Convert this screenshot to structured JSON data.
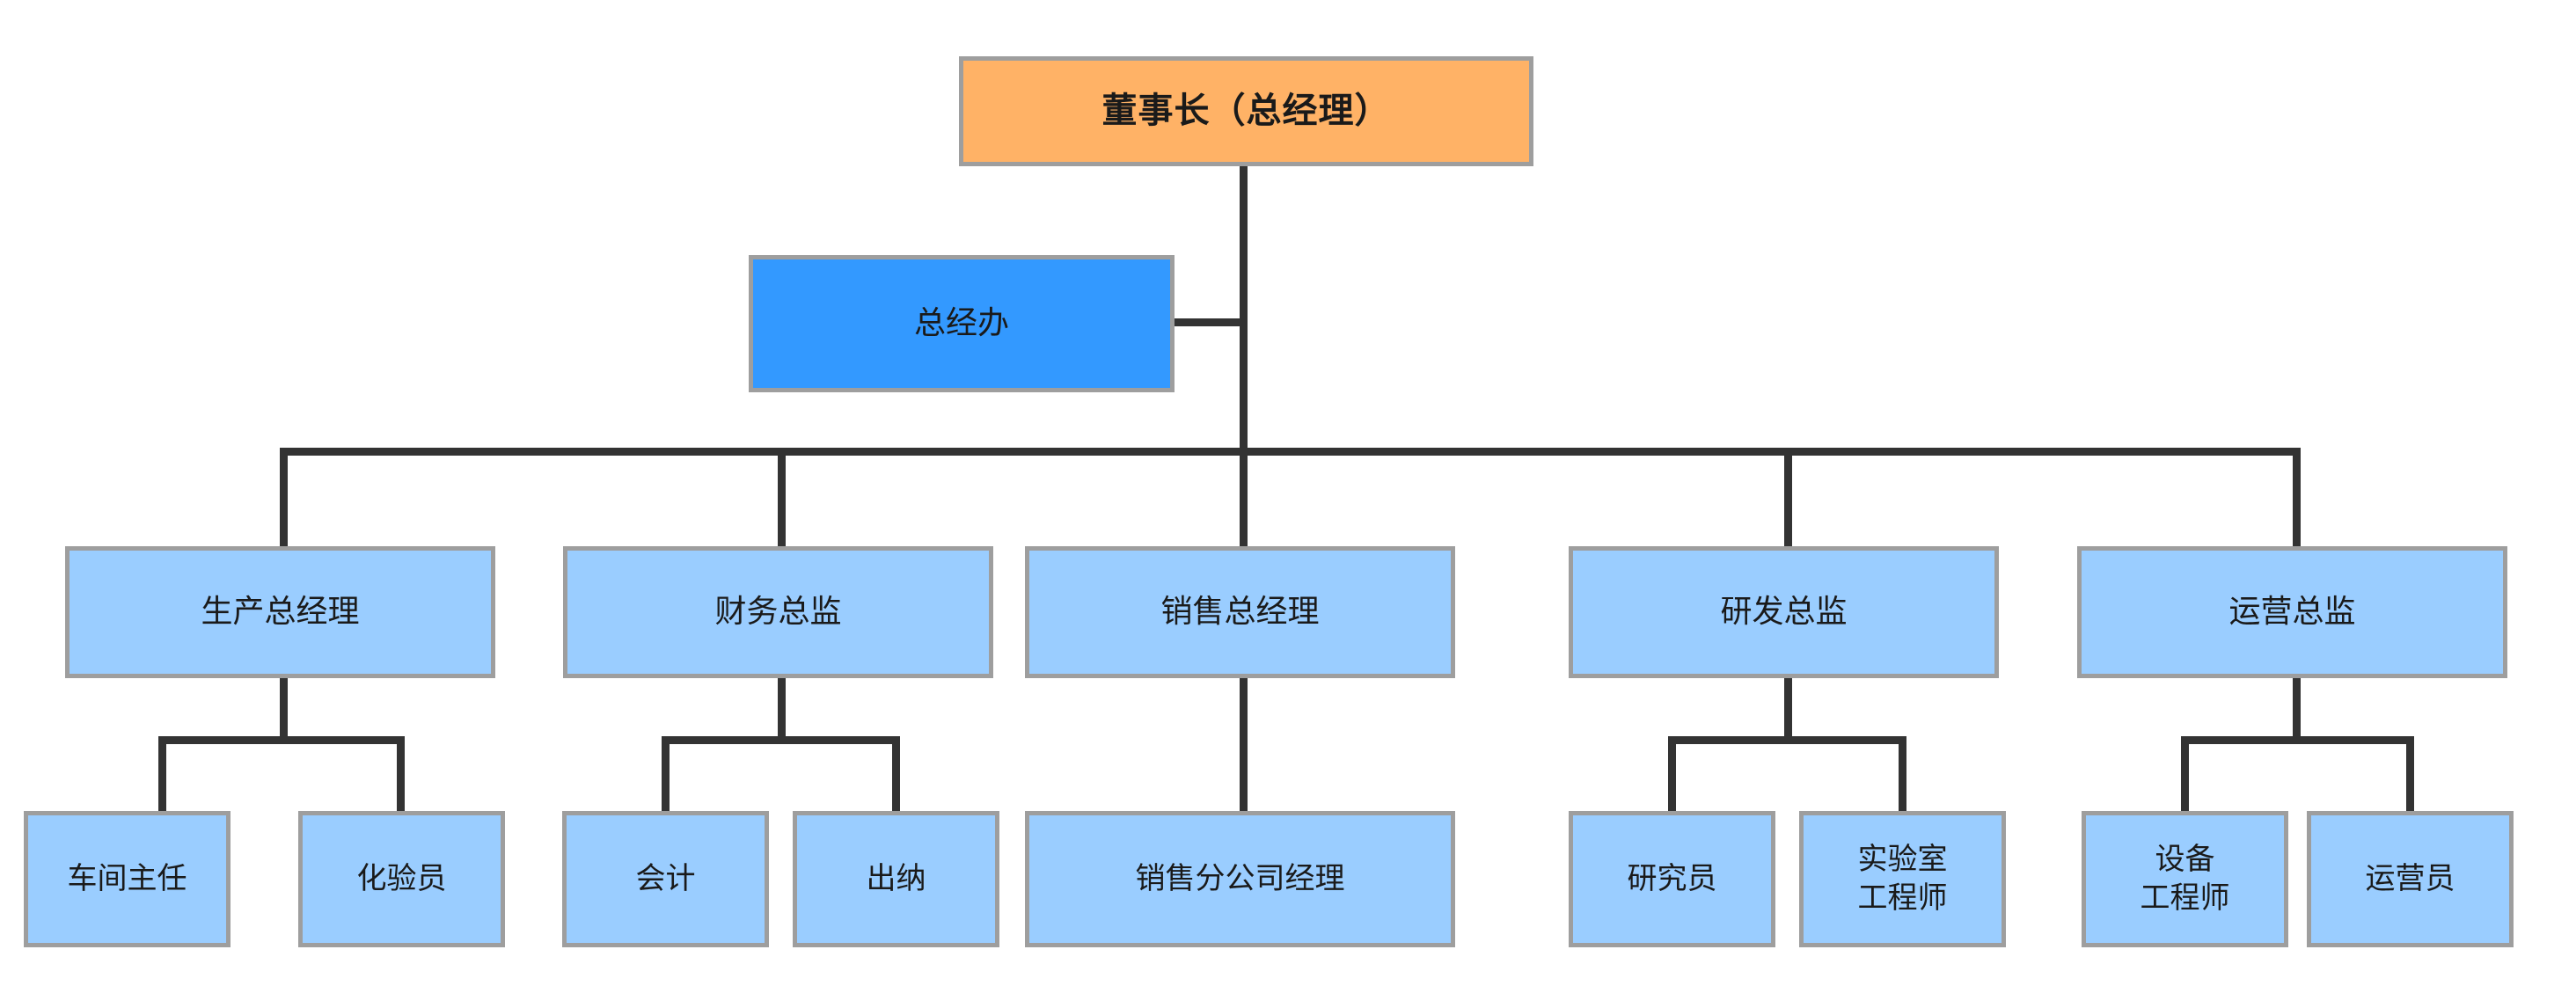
{
  "chart_data": {
    "type": "diagram",
    "diagram_type": "organization-chart",
    "title": "",
    "colors": {
      "root_fill": "#ffb266",
      "staff_fill": "#3399ff",
      "department_fill": "#9acdff",
      "node_border": "#9e9e9e",
      "connector": "#333333",
      "background": "#ffffff",
      "text": "#1a1a1a"
    },
    "levels": 4,
    "nodes": [
      {
        "id": "n0",
        "label": "董事长（总经理）",
        "level": 0,
        "parent": null,
        "style": "root"
      },
      {
        "id": "n1",
        "label": "总经办",
        "level": 1,
        "parent": "n0",
        "style": "staff"
      },
      {
        "id": "n2",
        "label": "生产总经理",
        "level": 2,
        "parent": "n0",
        "style": "department"
      },
      {
        "id": "n3",
        "label": "财务总监",
        "level": 2,
        "parent": "n0",
        "style": "department"
      },
      {
        "id": "n4",
        "label": "销售总经理",
        "level": 2,
        "parent": "n0",
        "style": "department"
      },
      {
        "id": "n5",
        "label": "研发总监",
        "level": 2,
        "parent": "n0",
        "style": "department"
      },
      {
        "id": "n6",
        "label": "运营总监",
        "level": 2,
        "parent": "n0",
        "style": "department"
      },
      {
        "id": "n7",
        "label": "车间主任",
        "level": 3,
        "parent": "n2",
        "style": "department"
      },
      {
        "id": "n8",
        "label": "化验员",
        "level": 3,
        "parent": "n2",
        "style": "department"
      },
      {
        "id": "n9",
        "label": "会计",
        "level": 3,
        "parent": "n3",
        "style": "department"
      },
      {
        "id": "n10",
        "label": "出纳",
        "level": 3,
        "parent": "n3",
        "style": "department"
      },
      {
        "id": "n11",
        "label": "销售分公司经理",
        "level": 3,
        "parent": "n4",
        "style": "department"
      },
      {
        "id": "n12",
        "label": "研究员",
        "level": 3,
        "parent": "n5",
        "style": "department"
      },
      {
        "id": "n13",
        "label": "实验室\n工程师",
        "level": 3,
        "parent": "n5",
        "style": "department"
      },
      {
        "id": "n14",
        "label": "设备\n工程师",
        "level": 3,
        "parent": "n6",
        "style": "department"
      },
      {
        "id": "n15",
        "label": "运营员",
        "level": 3,
        "parent": "n6",
        "style": "department"
      }
    ]
  },
  "chairman": {
    "label": "董事长（总经理）"
  },
  "gm_office": {
    "label": "总经办"
  },
  "divisions": {
    "production": {
      "label": "生产总经理",
      "children": [
        {
          "label": "车间主任"
        },
        {
          "label": "化验员"
        }
      ]
    },
    "finance": {
      "label": "财务总监",
      "children": [
        {
          "label": "会计"
        },
        {
          "label": "出纳"
        }
      ]
    },
    "sales": {
      "label": "销售总经理",
      "children": [
        {
          "label": "销售分公司经理"
        }
      ]
    },
    "rnd": {
      "label": "研发总监",
      "children": [
        {
          "label": "研究员"
        },
        {
          "label": "实验室\n工程师"
        }
      ]
    },
    "operations": {
      "label": "运营总监",
      "children": [
        {
          "label": "设备\n工程师"
        },
        {
          "label": "运营员"
        }
      ]
    }
  }
}
